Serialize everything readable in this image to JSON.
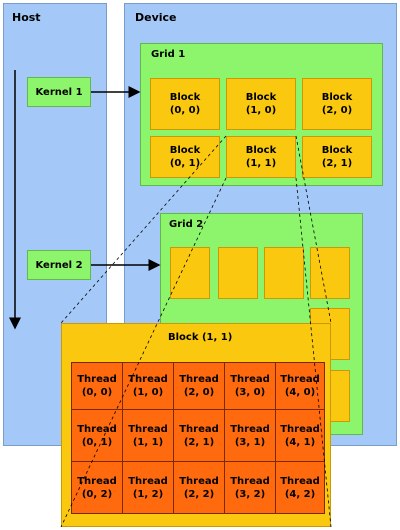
{
  "host": {
    "title": "Host"
  },
  "device": {
    "title": "Device"
  },
  "kernels": [
    {
      "label": "Kernel 1"
    },
    {
      "label": "Kernel 2"
    }
  ],
  "grid1": {
    "title": "Grid 1",
    "blocks": [
      {
        "l1": "Block",
        "l2": "(0, 0)"
      },
      {
        "l1": "Block",
        "l2": "(1, 0)"
      },
      {
        "l1": "Block",
        "l2": "(2, 0)"
      },
      {
        "l1": "Block",
        "l2": "(0, 1)"
      },
      {
        "l1": "Block",
        "l2": "(1, 1)"
      },
      {
        "l1": "Block",
        "l2": "(2, 1)"
      }
    ]
  },
  "grid2": {
    "title": "Grid 2"
  },
  "zoom": {
    "title": "Block (1, 1)",
    "threads": [
      {
        "l1": "Thread",
        "l2": "(0, 0)"
      },
      {
        "l1": "Thread",
        "l2": "(1, 0)"
      },
      {
        "l1": "Thread",
        "l2": "(2, 0)"
      },
      {
        "l1": "Thread",
        "l2": "(3, 0)"
      },
      {
        "l1": "Thread",
        "l2": "(4, 0)"
      },
      {
        "l1": "Thread",
        "l2": "(0, 1)"
      },
      {
        "l1": "Thread",
        "l2": "(1, 1)"
      },
      {
        "l1": "Thread",
        "l2": "(2, 1)"
      },
      {
        "l1": "Thread",
        "l2": "(3, 1)"
      },
      {
        "l1": "Thread",
        "l2": "(4, 1)"
      },
      {
        "l1": "Thread",
        "l2": "(0, 2)"
      },
      {
        "l1": "Thread",
        "l2": "(1, 2)"
      },
      {
        "l1": "Thread",
        "l2": "(2, 2)"
      },
      {
        "l1": "Thread",
        "l2": "(3, 2)"
      },
      {
        "l1": "Thread",
        "l2": "(4, 2)"
      }
    ]
  },
  "colors": {
    "panel": "#a4c8f7",
    "grid": "#8cf56c",
    "block": "#fac90f",
    "thread": "#ff6a0e"
  }
}
